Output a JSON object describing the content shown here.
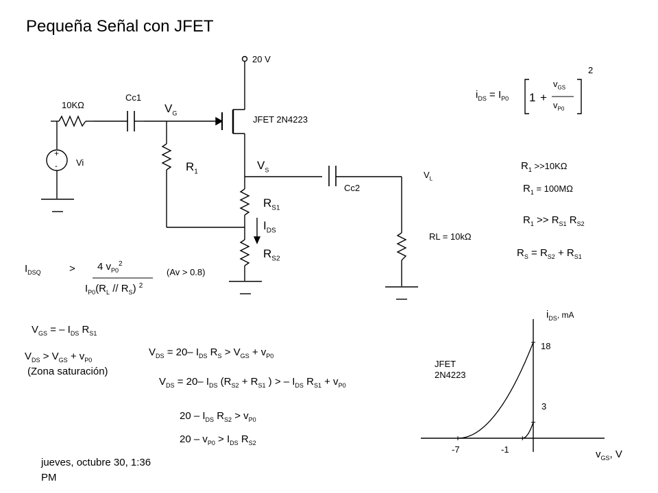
{
  "title": "Pequeña Señal con JFET",
  "circuit": {
    "supply": "20 V",
    "resistor_in": "10KΩ",
    "cap_in": "Cc1",
    "source_label": "Vi",
    "plus": "+",
    "minus": "-",
    "vg": "V",
    "vg_sub": "G",
    "r1": "R",
    "r1_sub": "1",
    "jfet": "JFET 2N4223",
    "vs": "V",
    "vs_sub": "S",
    "cap_out": "Cc2",
    "vl": "V",
    "vl_sub": "L",
    "rs1": "R",
    "rs1_sub": "S1",
    "ids": "I",
    "ids_sub": "DS",
    "rs2": "R",
    "rs2_sub": "S2",
    "rl": "RL = 10kΩ"
  },
  "equations": {
    "ids_lhs": "i",
    "ids_lhs_sub": "DS",
    "ids_eq": " = I",
    "ids_p0": "P0",
    "one": "1",
    "plus": "+",
    "vgs_num": "v",
    "vgs_num_sub": "GS",
    "vp0_den": "v",
    "vp0_den_sub": "P0",
    "exp": "2",
    "r1_gt10k": "R",
    "r1_gt10k_sub": "1",
    "r1_gt10k_rest": " >>10KΩ",
    "r1_100m": "R",
    "r1_100m_sub": "1",
    "r1_100m_rest": " = 100MΩ",
    "r1_gg_a": "R",
    "r1_gg_s1": "1",
    "r1_gg_b": " >> R",
    "r1_gg_s2": "S1",
    "r1_gg_c": " R",
    "r1_gg_s3": "S2",
    "rs_a": "R",
    "rs_s1": "S",
    "rs_b": " = R",
    "rs_s2": "S2",
    "rs_c": " + R",
    "rs_s3": "S1",
    "idsq": "I",
    "idsq_sub": "DSQ",
    "gt": ">",
    "frac_num_a": "4 v",
    "frac_num_sub": "P0",
    "frac_num_sup": "2",
    "frac_den_a": "I",
    "frac_den_s1": "P0",
    "frac_den_b": "(R",
    "frac_den_s2": "L",
    "frac_den_c": " // R",
    "frac_den_s3": "S",
    "frac_den_d": ") ",
    "frac_den_sup": "2",
    "av": "(Av > 0.8)",
    "vgs_eq": [
      "V",
      "GS",
      " = – I",
      "DS",
      " R",
      "S1"
    ],
    "vds_cond": [
      "V",
      "DS",
      " > V",
      "GS",
      " + v",
      "P0"
    ],
    "zona": "(Zona saturación)",
    "vds1": [
      "V",
      "DS",
      " = 20– I",
      "DS",
      " R",
      "S",
      " > V",
      "GS",
      " + v",
      "P0"
    ],
    "vds2": [
      "V",
      "DS",
      " = 20– I",
      "DS",
      " (R",
      "S2",
      " + R",
      "S1",
      " ) > – I",
      "DS",
      " R",
      "S1",
      "  + v",
      "P0"
    ],
    "line3": [
      "20 – I",
      "DS",
      " R",
      "S2",
      "  >  v",
      "P0"
    ],
    "line4": [
      "20 – v",
      "P0",
      " > I",
      "DS",
      " R",
      "S2"
    ]
  },
  "graph": {
    "y_axis": "i",
    "y_axis_sub": "DS",
    "y_axis_unit": ", mA",
    "x_axis": "v",
    "x_axis_sub": "GS",
    "x_axis_unit": ", V",
    "label_18": "18",
    "label_3": "3",
    "label_m7": "-7",
    "label_m1": "-1",
    "device_a": "JFET",
    "device_b": "2N4223"
  },
  "chart_data": {
    "type": "line",
    "title": "",
    "xlabel": "vGS, V",
    "ylabel": "iDS, mA",
    "series": [
      {
        "name": "",
        "x": [
          -7,
          -6,
          -5,
          -4,
          -3,
          -2,
          -1,
          0
        ],
        "y": [
          0,
          0.37,
          1.47,
          3.31,
          5.88,
          9.18,
          13.22,
          18
        ]
      },
      {
        "name": "",
        "x": [
          -1,
          -0.75,
          -0.5,
          -0.25,
          0
        ],
        "y": [
          0,
          0.19,
          0.75,
          1.69,
          3
        ]
      }
    ],
    "xticks": [
      -7,
      -1
    ],
    "yticks": [
      3,
      18
    ],
    "grid": false
  },
  "footer": {
    "line1": "jueves, octubre 30, 1:36",
    "line2": "PM"
  }
}
